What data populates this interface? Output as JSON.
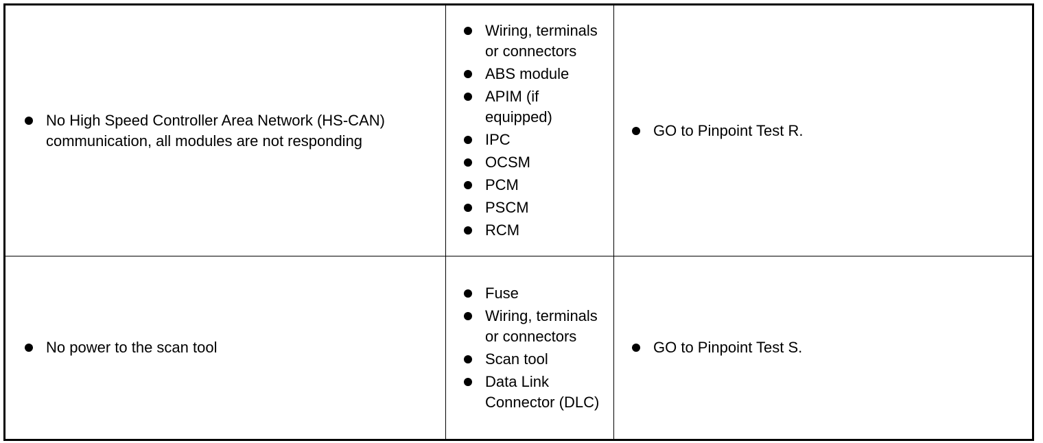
{
  "rows": [
    {
      "condition": "No High Speed Controller Area Network (HS-CAN) communication, all modules are not responding",
      "causes": [
        "Wiring, terminals or connectors",
        "ABS module",
        "APIM (if equipped)",
        "IPC",
        "OCSM",
        "PCM",
        "PSCM",
        "RCM"
      ],
      "action": "GO to Pinpoint Test R."
    },
    {
      "condition": "No power to the scan tool",
      "causes": [
        "Fuse",
        "Wiring, terminals or connectors",
        "Scan tool",
        "Data Link Connector (DLC)"
      ],
      "action": "GO to Pinpoint Test S."
    }
  ]
}
